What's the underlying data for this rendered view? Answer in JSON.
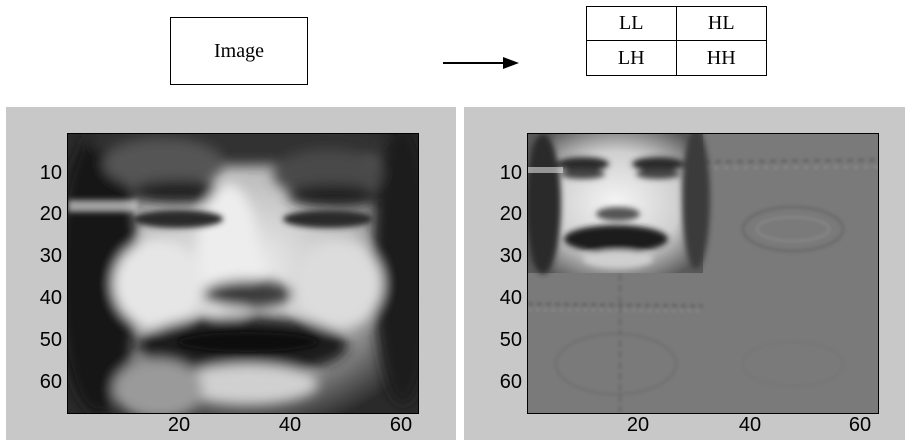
{
  "labels": {
    "image_box": "Image",
    "subbands": [
      "LL",
      "HL",
      "LH",
      "HH"
    ]
  },
  "plots": {
    "yticks": [
      "10",
      "20",
      "30",
      "40",
      "50",
      "60"
    ],
    "xticks": [
      "20",
      "40",
      "60"
    ]
  },
  "colors": {
    "panel_bg": "#c8c8c8",
    "detail_bg": "#7a7a7a"
  }
}
